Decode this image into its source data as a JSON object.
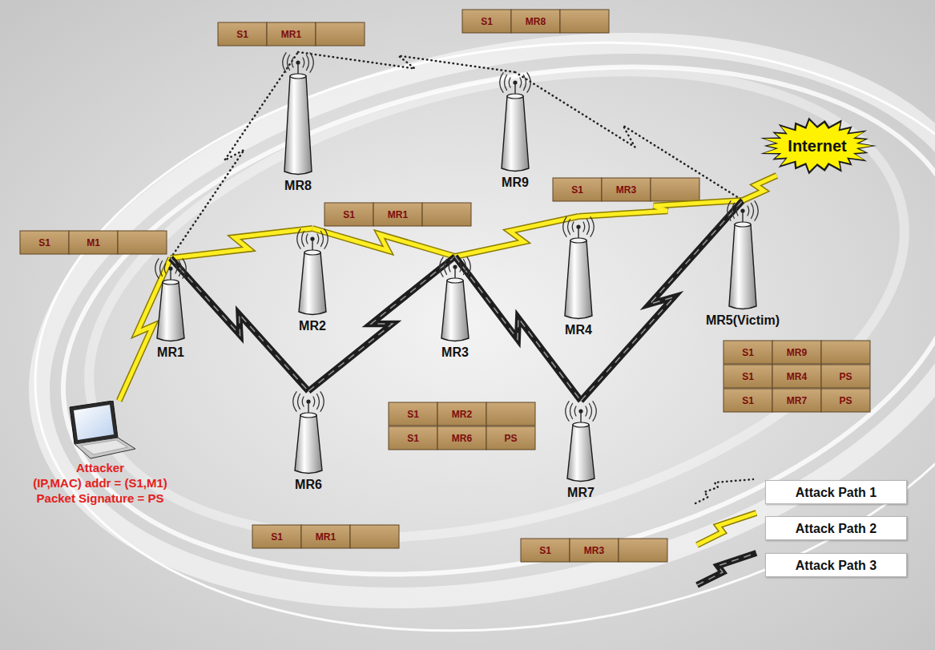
{
  "diagram": {
    "nodes": [
      {
        "text": [
          "MR8"
        ]
      },
      {
        "text": [
          "MR9"
        ]
      },
      {
        "text": [
          "Internet"
        ]
      },
      {
        "text": [
          "MR1"
        ]
      },
      {
        "text": [
          "MR2"
        ]
      },
      {
        "text": [
          "MR3"
        ]
      },
      {
        "text": [
          "MR4"
        ]
      },
      {
        "text": [
          "MR5(Victim)"
        ]
      },
      {
        "text": [
          "Attacker",
          "(IP,MAC) addr = (S1,M1)",
          "Packet Signature = PS"
        ]
      },
      {
        "text": [
          "MR6"
        ]
      },
      {
        "text": [
          "MR7"
        ]
      }
    ],
    "edges": [
      {
        "from": 8,
        "to": 3,
        "arrow": "none"
      },
      {
        "from": 3,
        "to": 0,
        "arrow": "none"
      },
      {
        "from": 0,
        "to": 1,
        "arrow": "none"
      },
      {
        "from": 1,
        "to": 7,
        "arrow": "none"
      },
      {
        "from": 3,
        "to": 4,
        "arrow": "none"
      },
      {
        "from": 4,
        "to": 5,
        "arrow": "none"
      },
      {
        "from": 5,
        "to": 6,
        "arrow": "none"
      },
      {
        "from": 6,
        "to": 7,
        "arrow": "none"
      },
      {
        "from": 3,
        "to": 9,
        "arrow": "none"
      },
      {
        "from": 9,
        "to": 5,
        "arrow": "none"
      },
      {
        "from": 5,
        "to": 10,
        "arrow": "none"
      },
      {
        "from": 10,
        "to": 7,
        "arrow": "none"
      },
      {
        "from": 7,
        "to": 2,
        "arrow": "none"
      }
    ],
    "labels": [
      "S1",
      "MR8",
      "S1",
      "MR1",
      "S1",
      "MR3",
      "S1",
      "MR1",
      "S1",
      "M1",
      "S1",
      "MR9",
      "S1",
      "MR4",
      "PS",
      "S1",
      "MR7",
      "PS",
      "S1",
      "MR2",
      "S1",
      "MR6",
      "PS",
      "S1",
      "MR1",
      "S1",
      "MR3"
    ],
    "legend": [
      {
        "text": "Attack Path 1"
      },
      {
        "text": "Attack Path 2"
      },
      {
        "text": "Attack Path 3"
      }
    ]
  }
}
